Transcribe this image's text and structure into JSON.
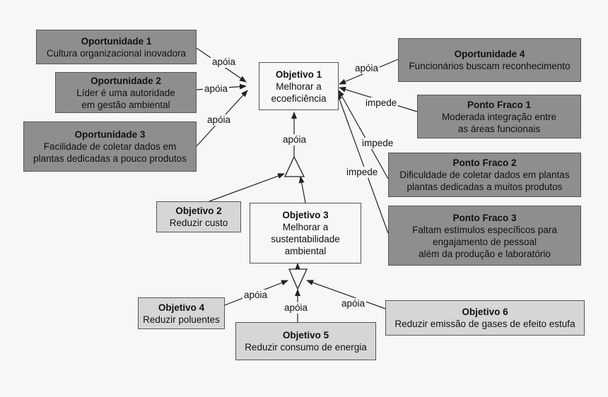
{
  "nodes": {
    "op1": {
      "title": "Oportunidade 1",
      "text": "Cultura organizacional inovadora"
    },
    "op2": {
      "title": "Oportunidade 2",
      "text": "Líder é uma autoridade\nem gestão ambiental"
    },
    "op3": {
      "title": "Oportunidade 3",
      "text": "Facilidade de coletar dados em\nplantas dedicadas a pouco produtos"
    },
    "op4": {
      "title": "Oportunidade 4",
      "text": "Funcionários buscam reconhecimento"
    },
    "pf1": {
      "title": "Ponto Fraco 1",
      "text": "Moderada integração entre\nas áreas funcionais"
    },
    "pf2": {
      "title": "Ponto Fraco 2",
      "text": "Dificuldade de coletar dados em plantas\nplantas dedicadas a muitos produtos"
    },
    "pf3": {
      "title": "Ponto Fraco 3",
      "text": "Faltam estímulos específicos para\nengajamento de pessoal\nalém da produção e laboratório"
    },
    "ob1": {
      "title": "Objetivo 1",
      "text": "Melhorar a\necoeficiência"
    },
    "ob2": {
      "title": "Objetivo 2",
      "text": "Reduzir custo"
    },
    "ob3": {
      "title": "Objetivo 3",
      "text": "Melhorar a\nsustentabilidade\nambiental"
    },
    "ob4": {
      "title": "Objetivo 4",
      "text": "Reduzir poluentes"
    },
    "ob5": {
      "title": "Objetivo 5",
      "text": "Reduzir consumo de energia"
    },
    "ob6": {
      "title": "Objetivo 6",
      "text": "Reduzir emissão de gases de efeito estufa"
    }
  },
  "edge_labels": {
    "op1_ob1": "apóia",
    "op2_ob1": "apóia",
    "op3_ob1": "apóia",
    "op4_ob1": "apóia",
    "pf1_ob1": "impede",
    "pf2_ob1": "impede",
    "pf3_ob1": "impede",
    "and1_ob1": "apóia",
    "ob4_and2": "apóia",
    "ob5_and2": "apóia",
    "ob6_and2": "apóia"
  }
}
